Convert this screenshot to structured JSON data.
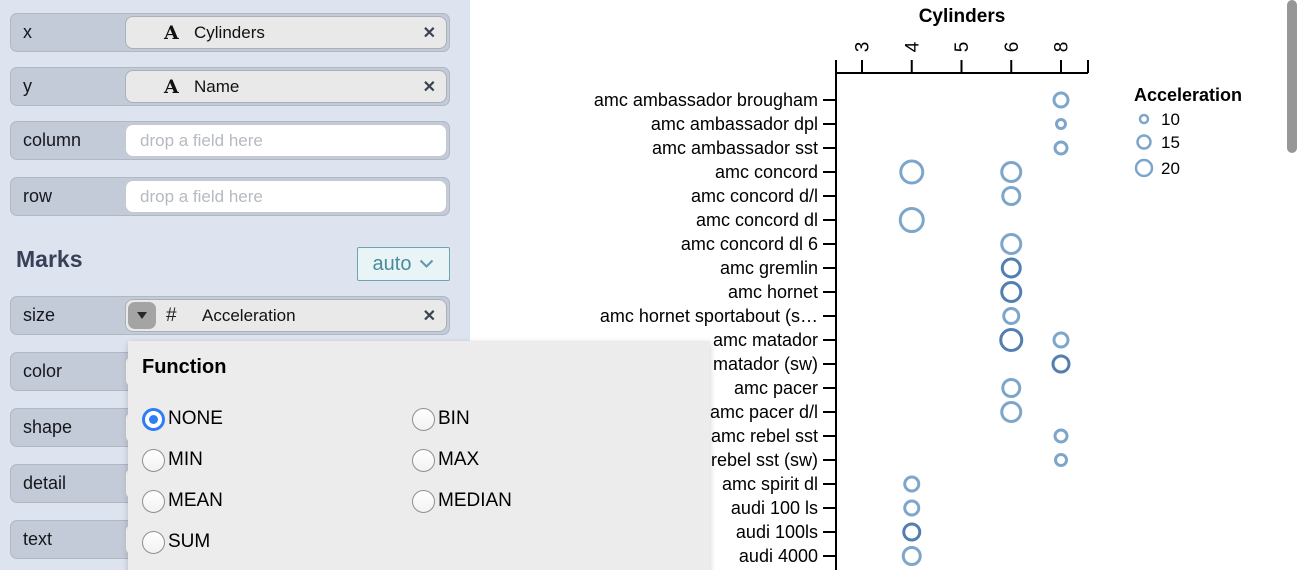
{
  "panel": {
    "encoding_shelves": [
      {
        "label": "x",
        "field": "Cylinders"
      },
      {
        "label": "y",
        "field": "Name"
      },
      {
        "label": "column",
        "placeholder": "drop a field here"
      },
      {
        "label": "row",
        "placeholder": "drop a field here"
      }
    ],
    "marks": {
      "heading": "Marks",
      "mark_type": "auto",
      "shelves": [
        {
          "label": "size",
          "field": "Acceleration"
        },
        {
          "label": "color"
        },
        {
          "label": "shape"
        },
        {
          "label": "detail"
        },
        {
          "label": "text"
        }
      ]
    }
  },
  "icons": {
    "text_type": "A",
    "number_type": "#",
    "remove": "✕"
  },
  "function_popup": {
    "title": "Function",
    "options": [
      {
        "label": "NONE",
        "selected": true
      },
      {
        "label": "MIN",
        "selected": false
      },
      {
        "label": "MEAN",
        "selected": false
      },
      {
        "label": "SUM",
        "selected": false
      },
      {
        "label": "BIN",
        "selected": false
      },
      {
        "label": "MAX",
        "selected": false
      },
      {
        "label": "MEDIAN",
        "selected": false
      }
    ]
  },
  "chart_data": {
    "type": "scatter",
    "title": "Cylinders",
    "x_field": "Cylinders",
    "y_field": "Name",
    "size_field": "Acceleration",
    "x_ticks": [
      3,
      4,
      5,
      6,
      8
    ],
    "rows": [
      "amc ambassador brougham",
      "amc ambassador dpl",
      "amc ambassador sst",
      "amc concord",
      "amc concord d/l",
      "amc concord dl",
      "amc concord dl 6",
      "amc gremlin",
      "amc hornet",
      "amc hornet sportabout (s…",
      "amc matador",
      "amc matador (sw)",
      "amc pacer",
      "amc pacer d/l",
      "amc rebel sst",
      "amc rebel sst (sw)",
      "amc spirit dl",
      "audi 100 ls",
      "audi 100ls",
      "audi 4000"
    ],
    "points": [
      {
        "row": 0,
        "cyl": 8,
        "r": 7,
        "shade": "light"
      },
      {
        "row": 1,
        "cyl": 8,
        "r": 4.5,
        "shade": "light"
      },
      {
        "row": 2,
        "cyl": 8,
        "r": 6,
        "shade": "light"
      },
      {
        "row": 3,
        "cyl": 4,
        "r": 11,
        "shade": "light"
      },
      {
        "row": 3,
        "cyl": 6,
        "r": 9.5,
        "shade": "light"
      },
      {
        "row": 4,
        "cyl": 6,
        "r": 8.5,
        "shade": "light"
      },
      {
        "row": 5,
        "cyl": 4,
        "r": 11.5,
        "shade": "light"
      },
      {
        "row": 6,
        "cyl": 6,
        "r": 9.5,
        "shade": "light"
      },
      {
        "row": 7,
        "cyl": 6,
        "r": 9,
        "shade": "dark"
      },
      {
        "row": 8,
        "cyl": 6,
        "r": 9.5,
        "shade": "dark"
      },
      {
        "row": 9,
        "cyl": 6,
        "r": 7.5,
        "shade": "light"
      },
      {
        "row": 10,
        "cyl": 6,
        "r": 10.5,
        "shade": "dark"
      },
      {
        "row": 10,
        "cyl": 8,
        "r": 7,
        "shade": "light"
      },
      {
        "row": 11,
        "cyl": 8,
        "r": 8,
        "shade": "dark"
      },
      {
        "row": 12,
        "cyl": 6,
        "r": 8.5,
        "shade": "light"
      },
      {
        "row": 13,
        "cyl": 6,
        "r": 9.5,
        "shade": "light"
      },
      {
        "row": 14,
        "cyl": 8,
        "r": 6,
        "shade": "light"
      },
      {
        "row": 15,
        "cyl": 8,
        "r": 5.5,
        "shade": "light"
      },
      {
        "row": 16,
        "cyl": 4,
        "r": 7,
        "shade": "light"
      },
      {
        "row": 17,
        "cyl": 4,
        "r": 7,
        "shade": "light"
      },
      {
        "row": 18,
        "cyl": 4,
        "r": 8,
        "shade": "dark"
      },
      {
        "row": 19,
        "cyl": 4,
        "r": 8.5,
        "shade": "light"
      }
    ],
    "legend": {
      "title": "Acceleration",
      "items": [
        {
          "label": "10",
          "r": 4
        },
        {
          "label": "15",
          "r": 6.5
        },
        {
          "label": "20",
          "r": 8
        }
      ]
    }
  },
  "colors": {
    "point_light": "#7ea6ca",
    "point_dark": "#527fb2",
    "accent_blue": "#2e7cf6",
    "panel_bg": "#dee4ef",
    "shelf_bg": "#c3cad8",
    "popup_bg": "#ececec",
    "teal_text": "#4a8b9d"
  }
}
